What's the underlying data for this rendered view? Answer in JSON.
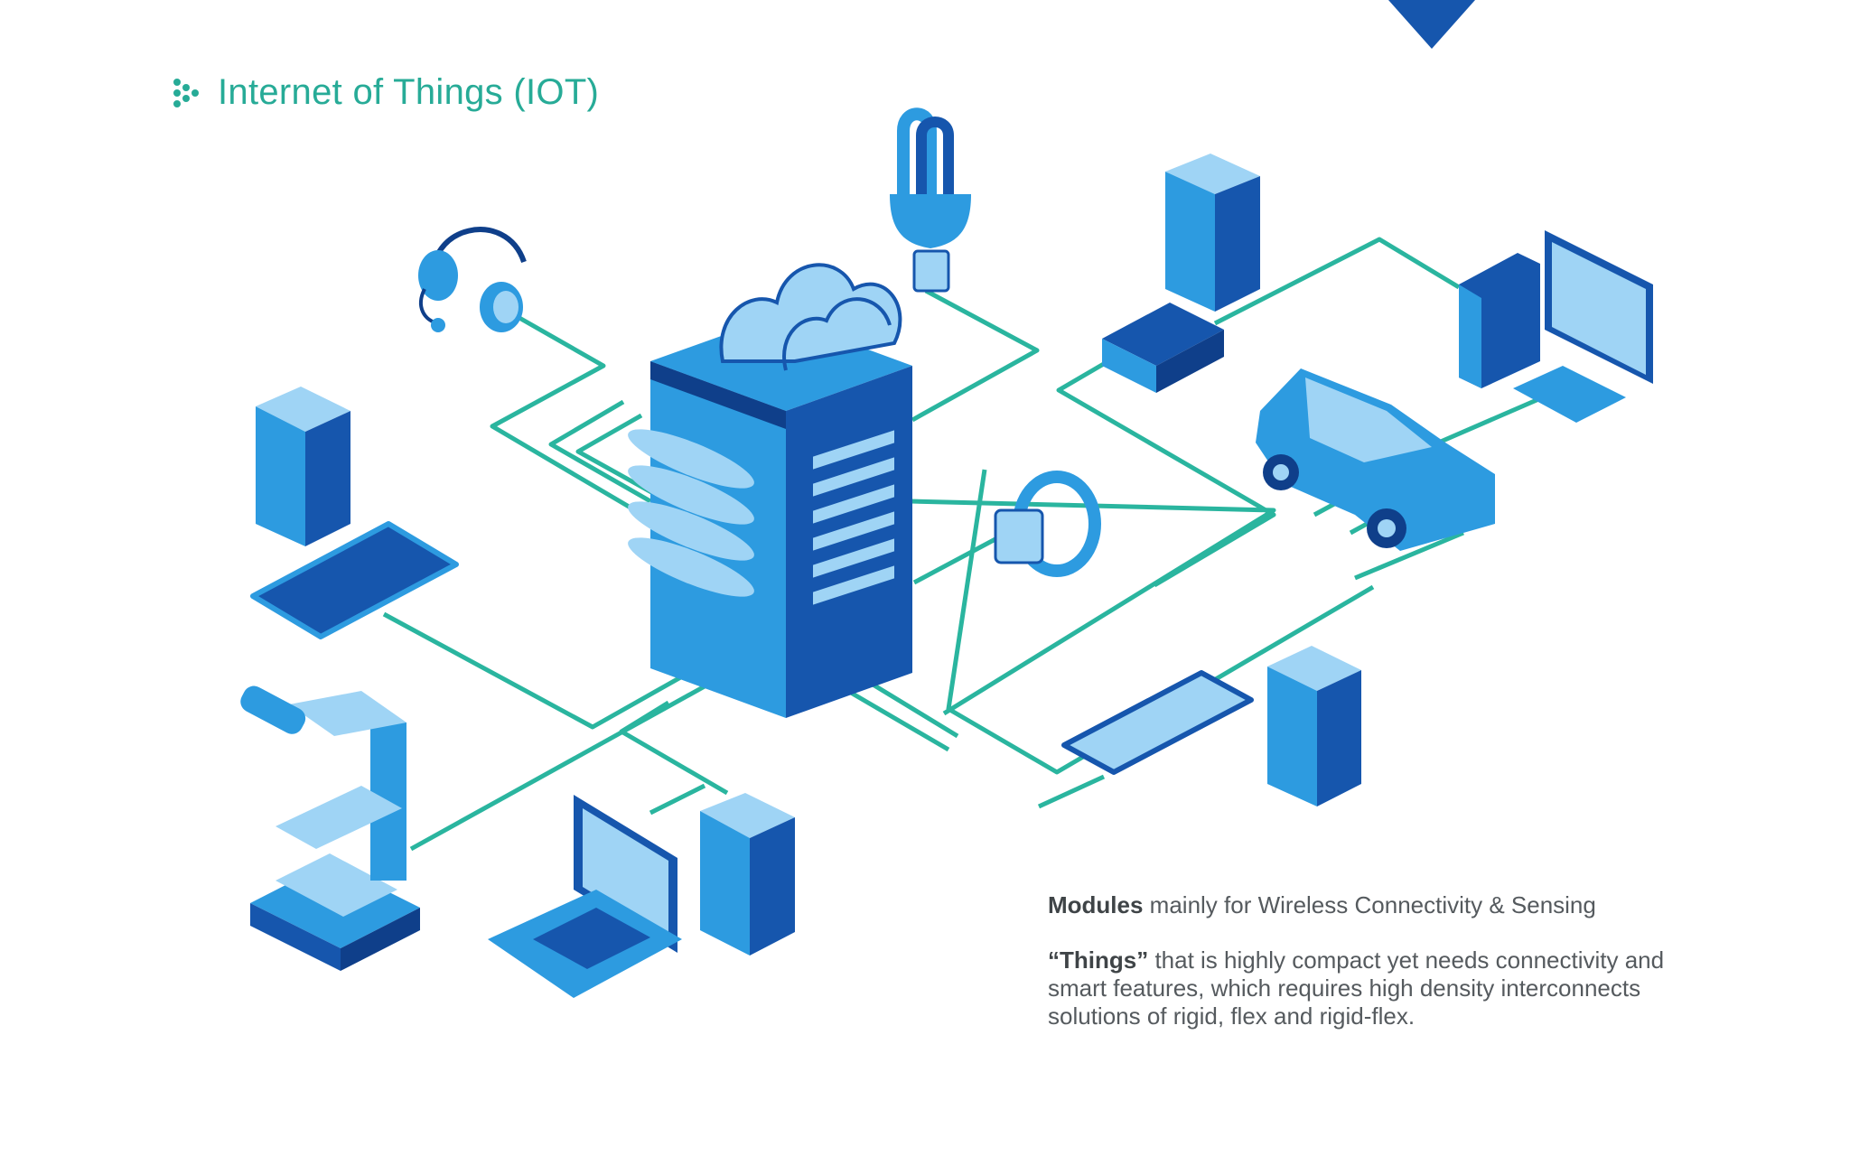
{
  "header": {
    "title": "Internet of Things (IOT)",
    "icon": "dots-cluster-icon"
  },
  "description": {
    "line1_bold": "Modules",
    "line1_rest": " mainly for Wireless Connectivity & Sensing",
    "line2_bold": "“Things”",
    "line2_rest": " that is highly compact yet needs connectivity and smart features, which requires high density interconnects solutions of rigid, flex and rigid-flex."
  },
  "devices": [
    "server-cloud-icon",
    "headset-icon",
    "lightbulb-icon",
    "building-icon",
    "router-icon",
    "desktop-computer-icon",
    "car-icon",
    "smartwatch-icon",
    "tablet-icon",
    "microscope-icon",
    "laptop-icon",
    "smartphone-icon"
  ],
  "colors": {
    "accent": "#27ab97",
    "line": "#2ab59f",
    "dark_blue": "#1656ad",
    "mid_blue": "#2d9be0",
    "light_blue": "#9fd4f5",
    "navy": "#0f3f8a"
  }
}
